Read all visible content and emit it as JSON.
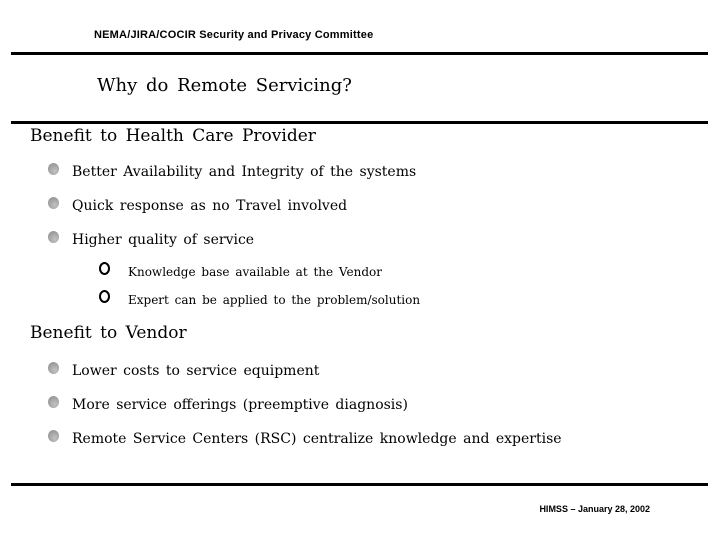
{
  "header": {
    "committee": "NEMA/JIRA/COCIR Security and Privacy Committee"
  },
  "title": "Why do Remote Servicing?",
  "sections": [
    {
      "heading": "Benefit to Health Care Provider",
      "bullets": [
        {
          "text": "Better Availability and Integrity of the systems"
        },
        {
          "text": "Quick response as no Travel involved"
        },
        {
          "text": "Higher quality of service",
          "sub_bullets": [
            "Knowledge base available at the Vendor",
            "Expert can be applied to the problem/solution"
          ]
        }
      ]
    },
    {
      "heading": "Benefit to Vendor",
      "bullets": [
        {
          "text": "Lower costs to service equipment"
        },
        {
          "text": "More service offerings (preemptive diagnosis)"
        },
        {
          "text": "Remote Service Centers (RSC) centralize knowledge and expertise"
        }
      ]
    }
  ],
  "footer": {
    "text": "HIMSS – January 28, 2002"
  },
  "colors": {
    "background": "#ffffff",
    "text": "#000000",
    "rule": "#000000",
    "bullet_fill": "#a8a8a8"
  },
  "icons": {
    "bullet": "filled-gray-circle",
    "sub_bullet": "open-black-circle"
  }
}
